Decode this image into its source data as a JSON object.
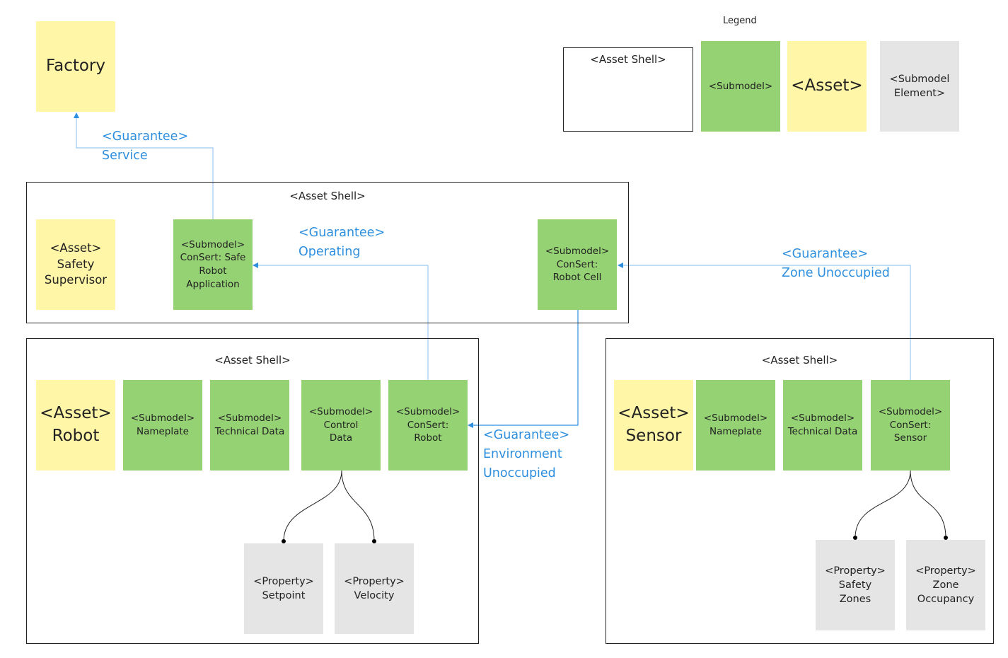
{
  "legend": {
    "title": "Legend",
    "shell_label": "<Asset Shell>",
    "submodel_label": "<Submodel>",
    "asset_label": "<Asset>",
    "element_label": "<Submodel\nElement>",
    "colors": {
      "asset": "#fff6a8",
      "submodel": "#95d274",
      "element": "#e5e5e5",
      "link": "#2e8fde"
    }
  },
  "factory": {
    "label": "Factory"
  },
  "supervisor_shell": {
    "title": "<Asset Shell>",
    "asset": "<Asset>\nSafety\nSupervisor",
    "consert_app": "<Submodel>\nConSert: Safe\nRobot\nApplication",
    "consert_cell": "<Submodel>\nConSert:\nRobot Cell"
  },
  "robot_shell": {
    "title": "<Asset Shell>",
    "asset": "<Asset>\nRobot",
    "nameplate": "<Submodel>\nNameplate",
    "technical_data": "<Submodel>\nTechnical Data",
    "control_data": "<Submodel>\nControl\nData",
    "consert": "<Submodel>\nConSert:\nRobot",
    "prop_setpoint": "<Property>\nSetpoint",
    "prop_velocity": "<Property>\nVelocity"
  },
  "sensor_shell": {
    "title": "<Asset Shell>",
    "asset": "<Asset>\nSensor",
    "nameplate": "<Submodel>\nNameplate",
    "technical_data": "<Submodel>\nTechnical Data",
    "consert": "<Submodel>\nConSert:\nSensor",
    "prop_safety_zones": "<Property>\nSafety\nZones",
    "prop_zone_occupancy": "<Property>\nZone\nOccupancy"
  },
  "guarantees": {
    "service": "<Guarantee>\nService",
    "operating": "<Guarantee>\nOperating",
    "zone_unoccupied": "<Guarantee>\nZone Unoccupied",
    "environment_unoccupied": "<Guarantee>\nEnvironment\nUnoccupied"
  }
}
